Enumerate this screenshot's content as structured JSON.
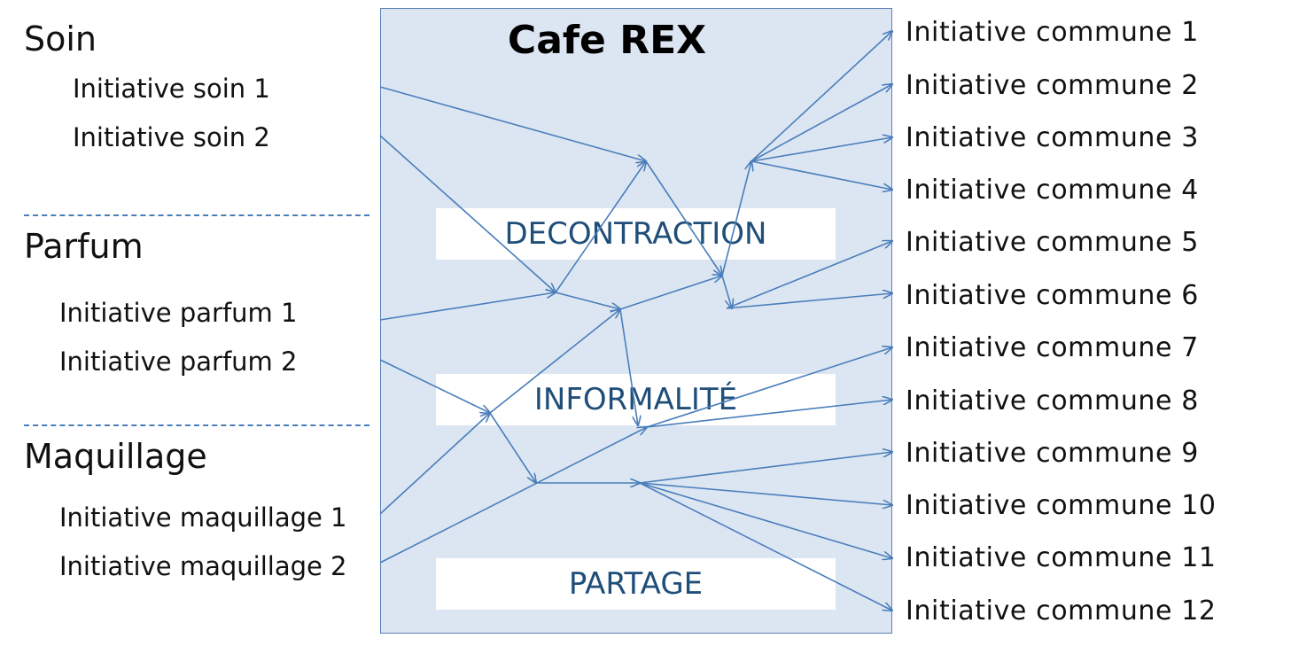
{
  "hub": {
    "title": "Cafe REX",
    "values": [
      "DECONTRACTION",
      "INFORMALITÉ",
      "PARTAGE"
    ]
  },
  "categories": [
    {
      "name": "Soin",
      "initiatives": [
        "Initiative soin 1",
        "Initiative soin 2"
      ]
    },
    {
      "name": "Parfum",
      "initiatives": [
        "Initiative parfum 1",
        "Initiative parfum 2"
      ]
    },
    {
      "name": "Maquillage",
      "initiatives": [
        "Initiative maquillage 1",
        "Initiative maquillage 2"
      ]
    }
  ],
  "outputs": [
    "Initiative commune 1",
    "Initiative commune 2",
    "Initiative commune 3",
    "Initiative commune 4",
    "Initiative commune 5",
    "Initiative commune 6",
    "Initiative commune 7",
    "Initiative commune 8",
    "Initiative commune 9",
    "Initiative commune 10",
    "Initiative commune 11",
    "Initiative commune 12"
  ],
  "colors": {
    "hub_fill": "#dce6f2",
    "arrow": "#4a7ebb",
    "value_text": "#1f4e79"
  }
}
